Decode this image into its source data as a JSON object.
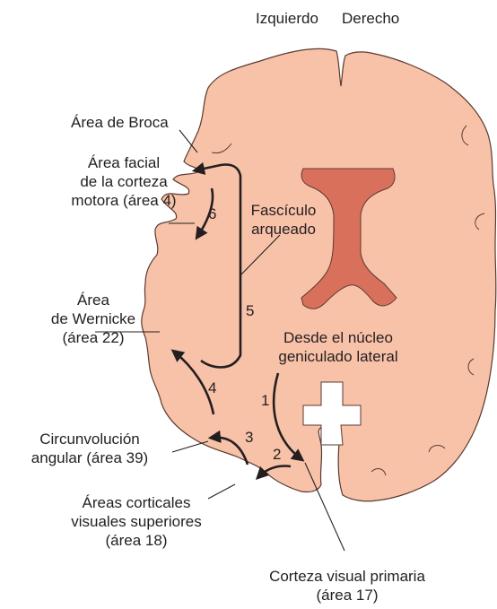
{
  "header": {
    "left": "Izquierdo",
    "right": "Derecho"
  },
  "labels": {
    "broca": "Área de Broca",
    "facial": [
      "Área facial",
      "de la corteza",
      "motora (área 4)"
    ],
    "fasciculo": [
      "Fascículo",
      "arqueado"
    ],
    "wernicke": [
      "Área",
      "de Wernicke",
      "(área 22)"
    ],
    "nucleo": [
      "Desde el núcleo",
      "geniculado lateral"
    ],
    "angular": [
      "Circunvolución",
      "angular (área 39)"
    ],
    "superiores": [
      "Áreas corticales",
      "visuales superiores",
      "(área 18)"
    ],
    "primaria": [
      "Corteza visual primaria",
      "(área 17)"
    ]
  },
  "steps": [
    "1",
    "2",
    "3",
    "4",
    "5",
    "6"
  ],
  "colors": {
    "brain": "#f8c2a8",
    "outline": "#5a3a30",
    "ventricle": "#d9705b",
    "ink": "#231f20"
  }
}
